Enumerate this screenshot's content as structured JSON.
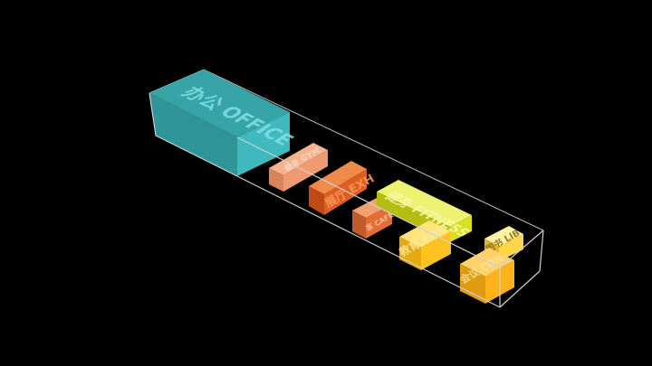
{
  "diagram": {
    "background": "#000000",
    "frame_color": "#c8c8c8",
    "blocks": [
      {
        "id": "office",
        "label": "办公 OFFICE",
        "top": "#36a3a6",
        "left": "#2f9598",
        "front": "#3fb9bd",
        "text": "#7fe0e4"
      },
      {
        "id": "gym",
        "label": "健身 GYM",
        "top": "#f4b38e",
        "left": "#d9825c",
        "front": "#f09a72",
        "text": "#ffd9c2"
      },
      {
        "id": "exhibit",
        "label": "展厅 EXH",
        "top": "#f08a4a",
        "left": "#bf4a16",
        "front": "#dd5e22",
        "text": "#ff9c60"
      },
      {
        "id": "cafe",
        "label": "茶 CAFE",
        "top": "#f5a16f",
        "left": "#c35a2a",
        "front": "#e46d35",
        "text": "#ffc79f"
      },
      {
        "id": "fitness",
        "label": "健身 FITNESS",
        "top": "#eef272",
        "left": "#b5bd10",
        "front": "#d8df20",
        "text": "#f6f9a6"
      },
      {
        "id": "edu",
        "label": "教育 EDU",
        "top": "#ffe57a",
        "left": "#e5aa10",
        "front": "#ffc21e",
        "text": "#ffe9a0"
      },
      {
        "id": "library",
        "label": "图书 LIB",
        "top": "#fff1a2",
        "left": "#e4b630",
        "front": "#ffd54a",
        "text": "#8a6a10"
      },
      {
        "id": "conference",
        "label": "会议 CON",
        "top": "#ffd36a",
        "left": "#e09a10",
        "front": "#ffb31a",
        "text": "#ffe39a"
      }
    ]
  }
}
